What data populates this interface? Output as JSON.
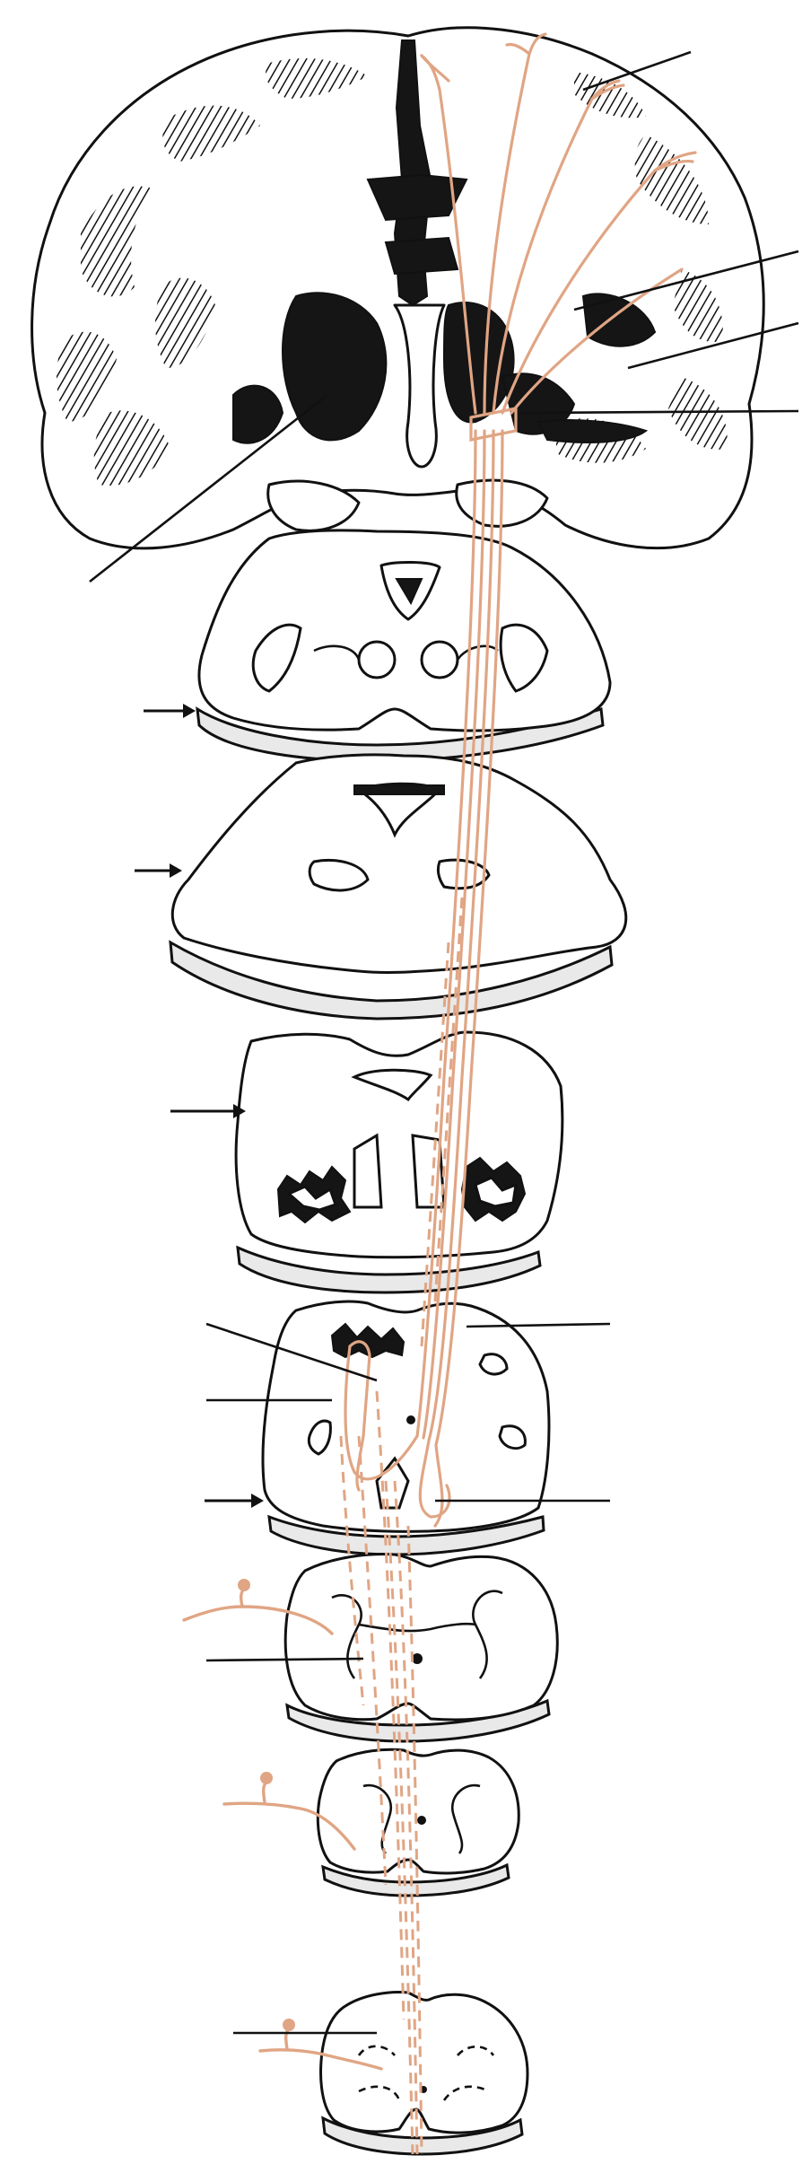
{
  "figure": {
    "description_labels": [],
    "colors": {
      "tract": "#e0a584",
      "ink": "#111111",
      "background": "#ffffff"
    },
    "structure_names": [
      "cerebral-hemisphere-coronal-section",
      "midbrain-section",
      "pons-upper-section",
      "pons-lower-section",
      "medulla-upper-section",
      "spinal-cord-cervical-section",
      "spinal-cord-thoracic-section",
      "spinal-cord-lumbar-section"
    ]
  }
}
